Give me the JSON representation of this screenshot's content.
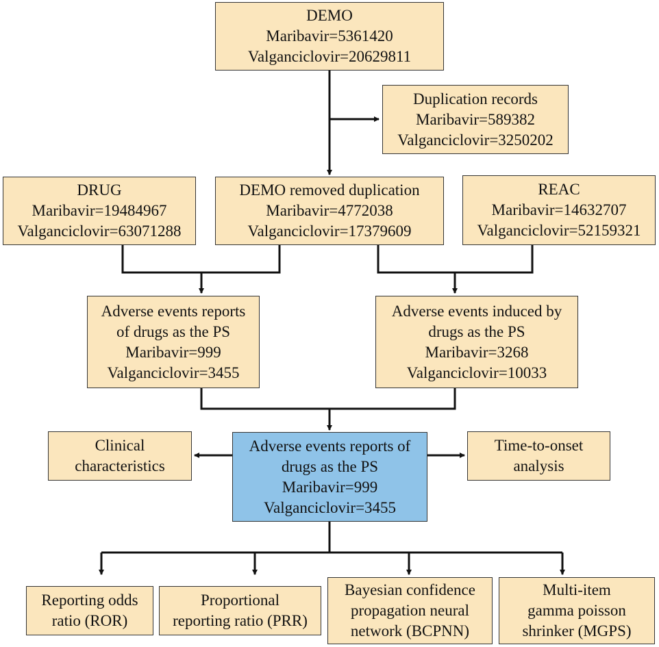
{
  "demo": {
    "lines": [
      "DEMO",
      "Maribavir=5361420",
      "Valganciclovir=20629811"
    ]
  },
  "duplication": {
    "lines": [
      "Duplication records",
      "Maribavir=589382",
      "Valganciclovir=3250202"
    ]
  },
  "drug": {
    "lines": [
      "DRUG",
      "Maribavir=19484967",
      "Valganciclovir=63071288"
    ]
  },
  "demo_removed": {
    "lines": [
      "DEMO removed duplication",
      "Maribavir=4772038",
      "Valganciclovir=17379609"
    ]
  },
  "reac": {
    "lines": [
      "REAC",
      "Maribavir=14632707",
      "Valganciclovir=52159321"
    ]
  },
  "ae_reports": {
    "lines": [
      "Adverse events reports",
      "of drugs as the PS",
      "Maribavir=999",
      "Valganciclovir=3455"
    ]
  },
  "ae_induced": {
    "lines": [
      "Adverse events induced by",
      "drugs as the PS",
      "Maribavir=3268",
      "Valganciclovir=10033"
    ]
  },
  "clinical": {
    "lines": [
      "Clinical",
      "characteristics"
    ]
  },
  "final": {
    "lines": [
      "Adverse events reports of",
      "drugs as the PS",
      "Maribavir=999",
      "Valganciclovir=3455"
    ]
  },
  "time_onset": {
    "lines": [
      "Time-to-onset",
      "analysis"
    ]
  },
  "ror": {
    "lines": [
      "Reporting odds",
      "ratio (ROR)"
    ]
  },
  "prr": {
    "lines": [
      "Proportional",
      "reporting ratio (PRR)"
    ]
  },
  "bcpnn": {
    "lines": [
      "Bayesian confidence",
      "propagation neural",
      "network (BCPNN)"
    ]
  },
  "mgps": {
    "lines": [
      "Multi-item",
      "gamma poisson",
      "shrinker (MGPS)"
    ]
  },
  "colors": {
    "box_fill": "#fbe6bd",
    "highlight_fill": "#8fc3e8",
    "line": "#111111"
  }
}
